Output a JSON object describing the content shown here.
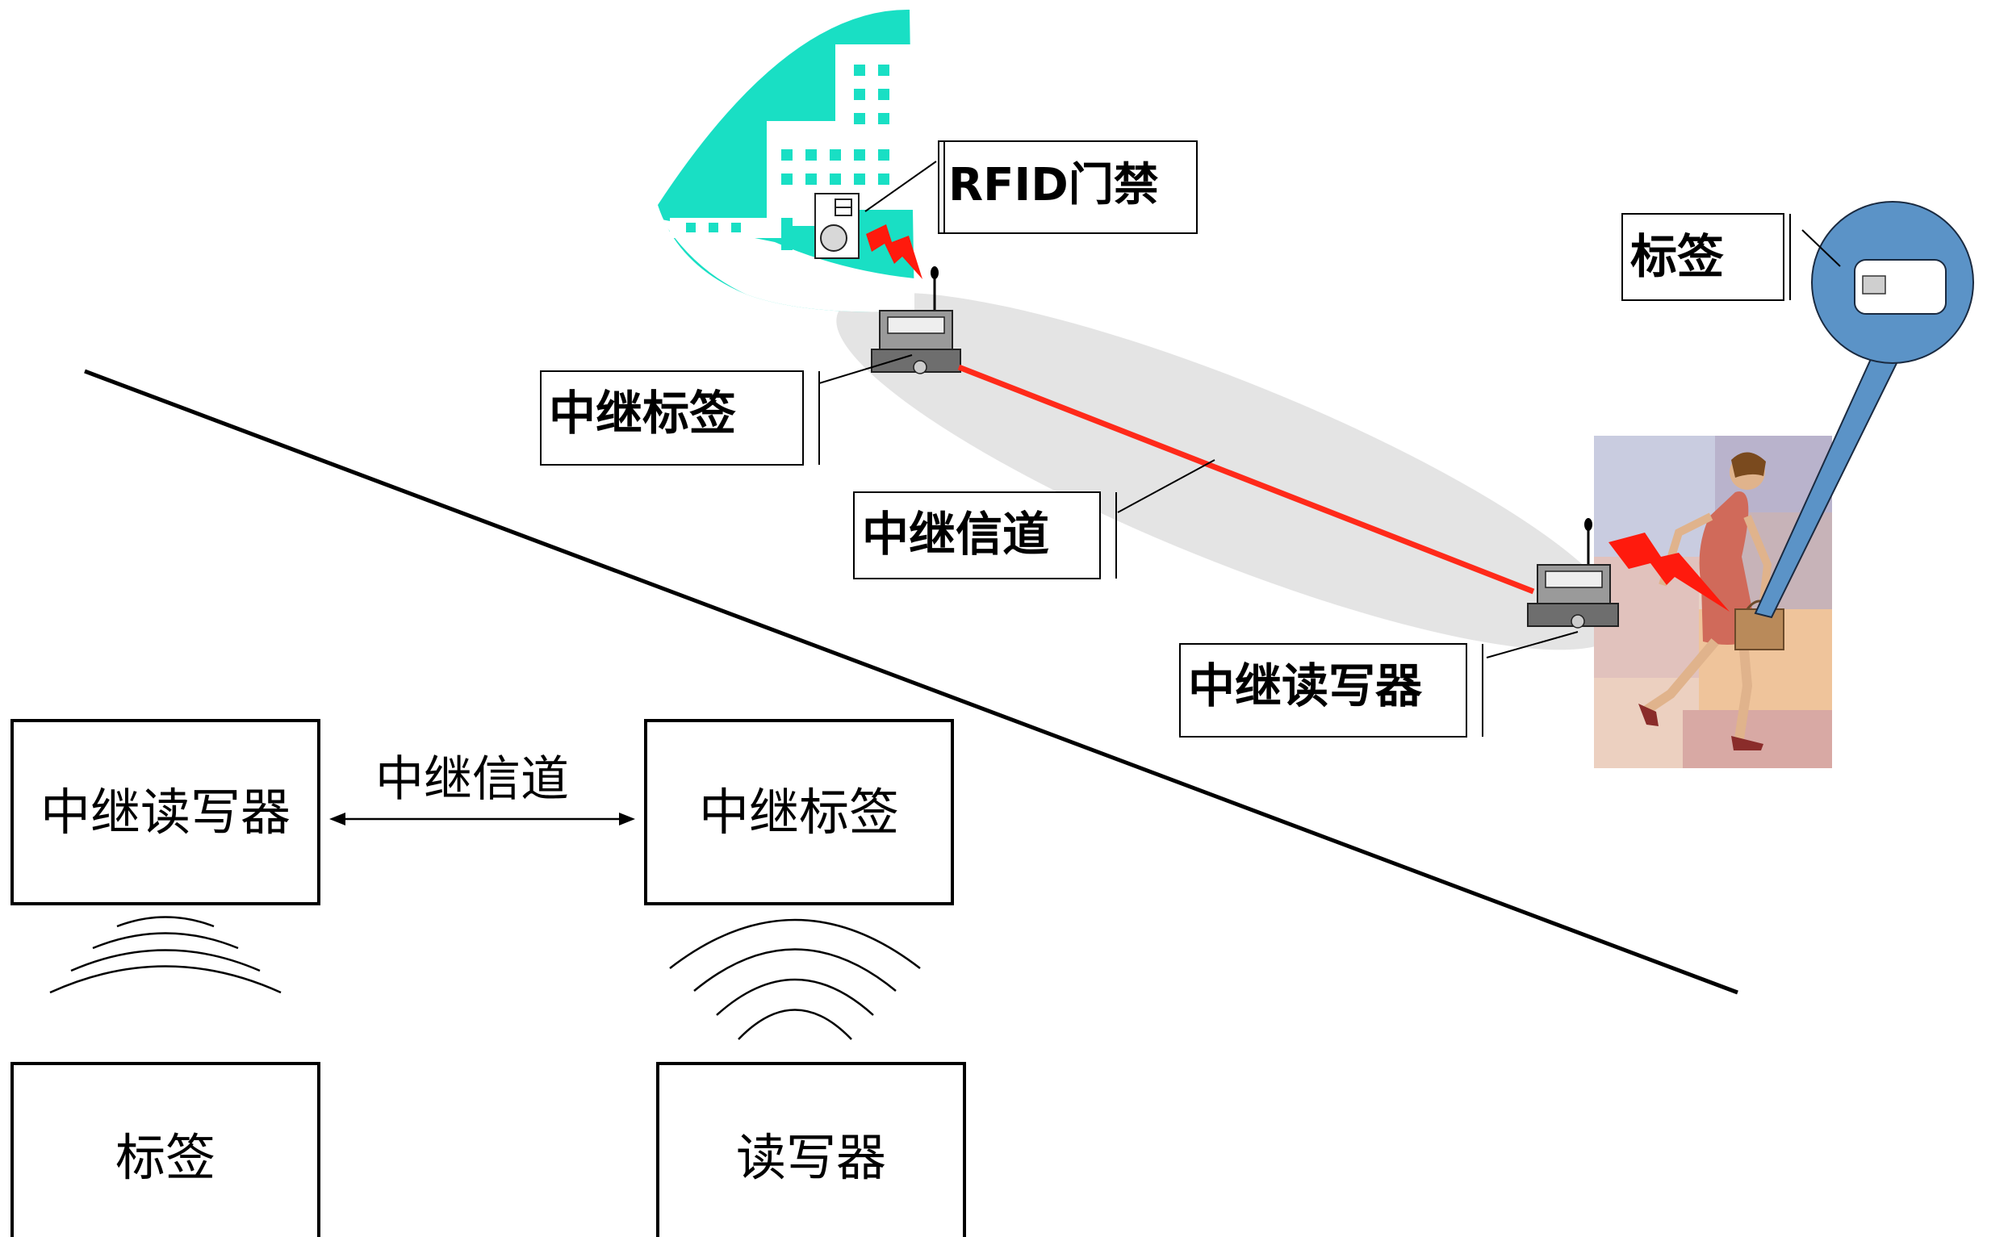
{
  "scene": {
    "access_control_label": "RFID门禁",
    "relay_tag_label": "中继标签",
    "relay_channel_label": "中继信道",
    "relay_reader_label": "中继读写器",
    "tag_label": "标签"
  },
  "schematic": {
    "relay_reader_box": "中继读写器",
    "relay_channel_arrow": "中继信道",
    "relay_tag_box": "中继标签",
    "tag_box": "标签",
    "reader_box": "读写器"
  },
  "colors": {
    "building": "#19dfc4",
    "relay_line": "#ff2a1a",
    "lightning": "#ff1a0d",
    "callout_bubble": "#5b93c7",
    "channel_ellipse": "#e4e4e4"
  }
}
